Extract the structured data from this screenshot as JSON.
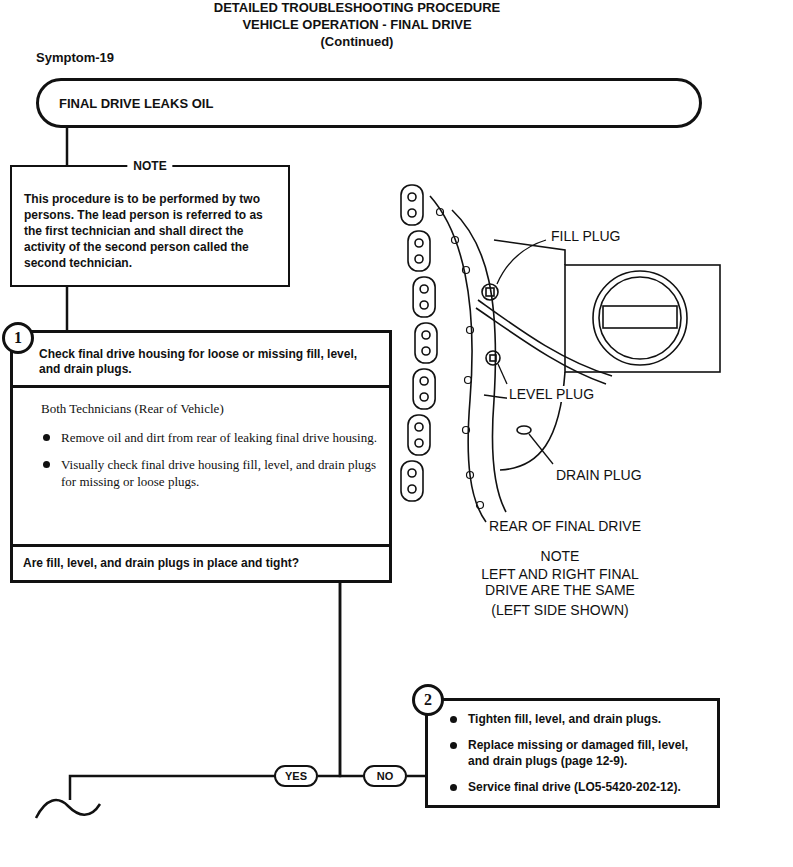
{
  "diagram": {
    "title": "DETAILED TROUBLESHOOTING PROCEDURE",
    "nodes": [
      {
        "text": [
          "FINAL DRIVE LEAKS OIL"
        ]
      },
      {
        "text": [
          "NOTE",
          "This procedure is to be performed by two persons. The lead person is referred to as the first technician and shall direct the activity of the second person called the second technician."
        ]
      },
      {
        "text": [
          "Both Technicians (Rear of Vehicle)",
          "Remove oil and dirt from rear of leaking final drive housing.",
          "Visually check final drive housing fill, level, and drain plugs for missing or loose plugs."
        ]
      },
      {
        "text": [
          "Check final drive housing for loose or missing fill, level, and drain plugs."
        ],
        "in": 2
      },
      {
        "text": [
          "Are fill, level, and drain plugs in place and tight?"
        ],
        "in": 2
      },
      {
        "text": [
          "Tighten fill, level, and drain plugs.",
          "Replace missing or damaged fill, level, and drain plugs (page 12-9).",
          "Service final drive (LO5-5420-202-12)."
        ]
      },
      {
        "text": [
          "YES"
        ]
      },
      {
        "text": [
          "NO"
        ]
      }
    ],
    "edges": [
      {
        "from": 0,
        "to": 1,
        "arrow": "none"
      },
      {
        "from": 1,
        "to": 2,
        "arrow": "none"
      },
      {
        "from": 4,
        "to": 6,
        "arrow": "none"
      },
      {
        "from": 4,
        "to": 7,
        "arrow": "none"
      },
      {
        "from": 7,
        "to": 5,
        "arrow": "none"
      }
    ],
    "labels": [
      "VEHICLE OPERATION - FINAL DRIVE",
      "(Continued)",
      "Symptom-19",
      "1",
      "2",
      "FILL PLUG",
      "LEVEL PLUG",
      "DRAIN PLUG",
      "REAR OF FINAL DRIVE",
      "NOTE",
      "LEFT AND RIGHT FINAL DRIVE ARE THE SAME",
      "(LEFT SIDE SHOWN)"
    ]
  }
}
